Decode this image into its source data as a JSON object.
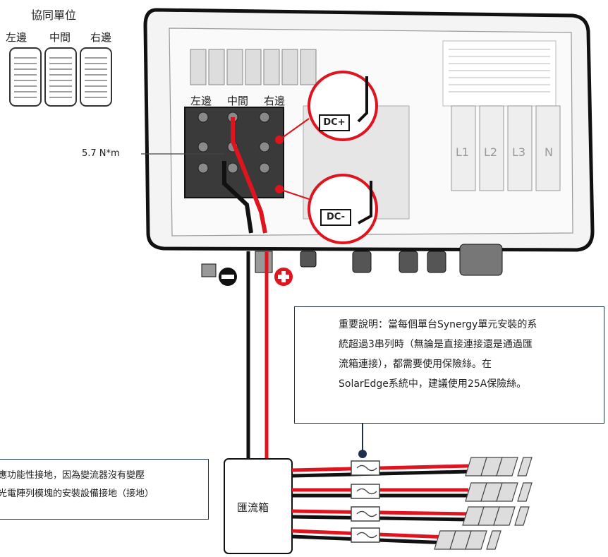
{
  "units": {
    "title": "協同單位",
    "left": "左邊",
    "middle": "中間",
    "right": "右邊"
  },
  "terminal_labels": {
    "left": "左邊",
    "middle": "中間",
    "right": "右邊"
  },
  "torque": "5.7 N*m",
  "connectors": {
    "dc_plus": "DC+",
    "dc_minus": "DC-"
  },
  "ac_labels": [
    "L1",
    "L2",
    "L3",
    "N"
  ],
  "important_note": {
    "title": "重要說明：",
    "lines": [
      "重要說明：當每個單台Synergy單元安裝的系",
      "統超過3串列時（無論是直接連接還是通過匯",
      "流箱連接），都需要使用保險絲。在",
      "SolarEdge系統中，建議使用25A保險絲。"
    ]
  },
  "ground_note": {
    "lines": [
      "應功能性接地，因為變流器沒有變壓",
      "光電陣列模塊的安裝設備接地（接地）"
    ]
  },
  "combiner_box": "匯流箱",
  "colors": {
    "red": "#e0141e",
    "black": "#111111",
    "navy": "#1e2f4d"
  }
}
